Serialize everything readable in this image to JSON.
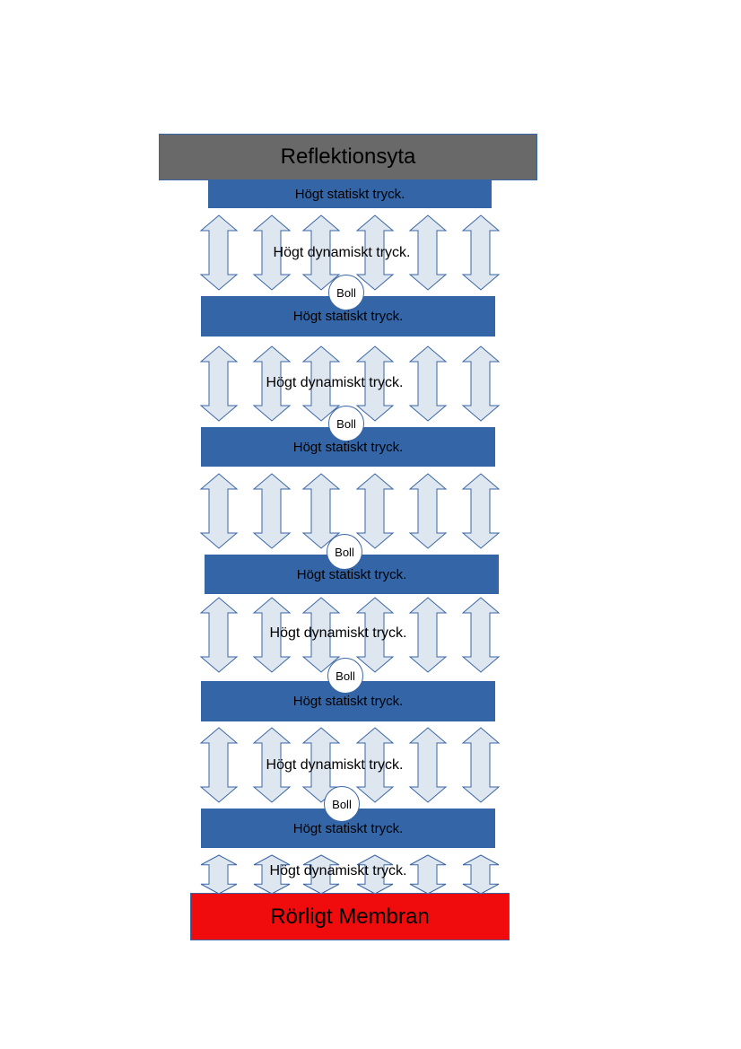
{
  "top_surface": {
    "label": "Reflektionsyta",
    "color": "#696969"
  },
  "bottom_surface": {
    "label": "Rörligt Membran",
    "color": "#f00c0c"
  },
  "static_bars": [
    {
      "label": "Högt statiskt tryck."
    },
    {
      "label": "Högt statiskt tryck."
    },
    {
      "label": "Högt statiskt tryck."
    },
    {
      "label": "Högt statiskt tryck."
    },
    {
      "label": "Högt statiskt tryck."
    },
    {
      "label": "Högt statiskt tryck."
    }
  ],
  "dynamic_labels": [
    {
      "label": "Högt dynamiskt tryck."
    },
    {
      "label": "Högt dynamiskt tryck."
    },
    {
      "label": "Högt dynamiskt tryck."
    },
    {
      "label": "Högt dynamiskt tryck."
    },
    {
      "label": "Högt dynamiskt tryck."
    }
  ],
  "balls": [
    {
      "label": "Boll"
    },
    {
      "label": "Boll"
    },
    {
      "label": "Boll"
    },
    {
      "label": "Boll"
    },
    {
      "label": "Boll"
    }
  ],
  "colors": {
    "static_bar": "#3465a6",
    "arrow_fill": "#dee6ef",
    "arrow_stroke": "#3a66a6"
  }
}
